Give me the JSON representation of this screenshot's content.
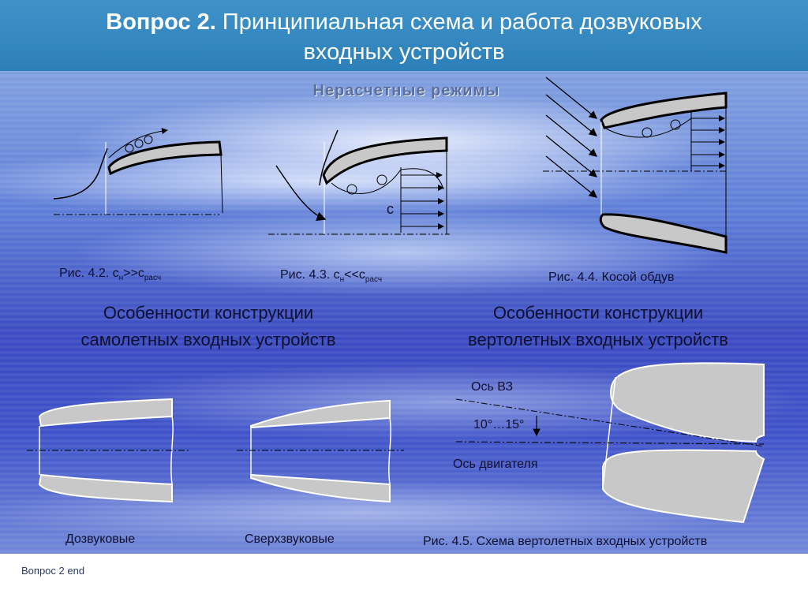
{
  "header": {
    "title_bold": "Вопрос 2.",
    "title_rest": " Принципиальная схема и работа дозвуковых",
    "title_line2": "входных устройств"
  },
  "subtitle": "Нерасчетные режимы",
  "figures": {
    "fig42": {
      "caption_pre": "Рис. 4.2. c",
      "sub_h": "н",
      "mid": ">>c",
      "sub_r": "расч"
    },
    "fig43": {
      "caption_pre": "Рис. 4.3. c",
      "sub_h": "н",
      "mid": "<<c",
      "sub_r": "расч",
      "c_label": "c"
    },
    "fig44": {
      "caption": "Рис. 4.4. Косой обдув"
    },
    "fig45": {
      "caption": "Рис. 4.5. Схема вертолетных входных устройств"
    }
  },
  "sections": {
    "aircraft_line1": "Особенности конструкции",
    "aircraft_line2": "самолетных входных устройств",
    "heli_line1": "Особенности конструкции",
    "heli_line2": "вертолетных входных устройств"
  },
  "labels": {
    "subsonic": "Дозвуковые",
    "supersonic": "Сверхзвуковые",
    "axis_vz": "Ось ВЗ",
    "angle": "10°…15°",
    "axis_engine": "Ось двигателя"
  },
  "footer": {
    "text": "Вопрос 2 end"
  },
  "colors": {
    "header": "#3a8bc4",
    "fill": "#c8c8c8",
    "ink": "#101030"
  }
}
